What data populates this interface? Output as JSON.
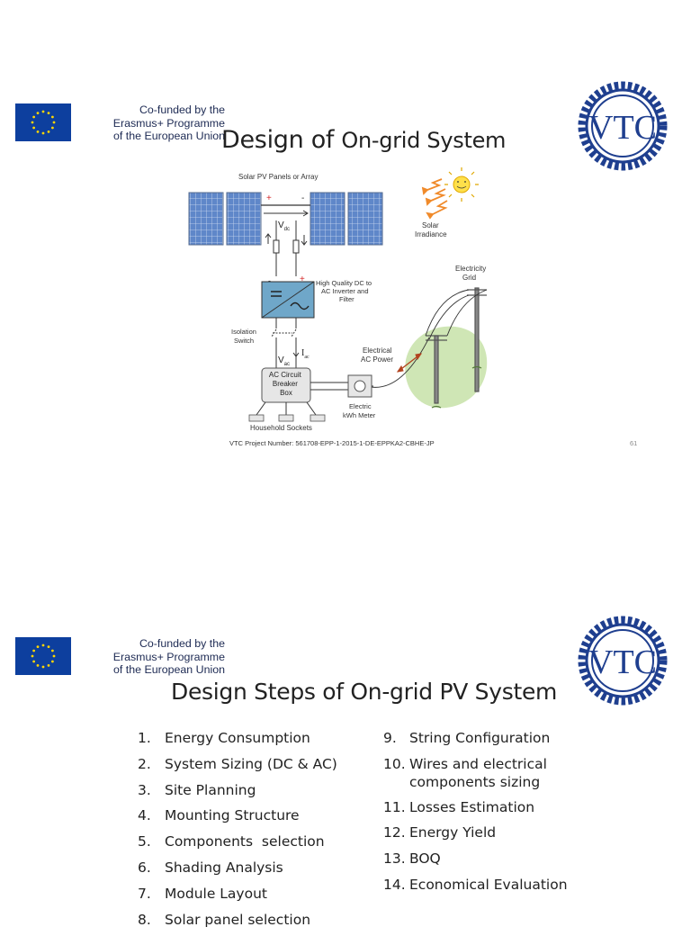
{
  "eu_logo": {
    "lines": [
      "Co-funded by the",
      "Erasmus+ Programme",
      "of the European Union"
    ]
  },
  "vtc_logo": {
    "text": "VTC"
  },
  "slide1": {
    "title_prefix": "Design of ",
    "title_rest": "On-grid System",
    "diagram": {
      "panels_label": "Solar PV Panels or Array",
      "plus": "+",
      "minus": "-",
      "vdc_main": "V",
      "vdc_sub": "dc",
      "solar_irradiance": [
        "Solar",
        "Irradiance"
      ],
      "electricity_grid": [
        "Electricity",
        "Grid"
      ],
      "inverter_label": [
        "High Quality DC to",
        "AC Inverter and",
        "Filter"
      ],
      "isolation_switch": [
        "Isolation",
        "Switch"
      ],
      "vac_main": "V",
      "vac_sub": "ac",
      "iac_main": "I",
      "iac_sub": "ac",
      "electrical_ac_power": [
        "Electrical",
        "AC Power"
      ],
      "breaker_box": [
        "AC Circuit",
        "Breaker",
        "Box"
      ],
      "kwh_meter": [
        "Electric",
        "kWh Meter"
      ],
      "household_sockets": "Household Sockets"
    },
    "footer_project": "VTC Project Number: 561708-EPP-1-2015-1-DE-EPPKA2-CBHE-JP",
    "page_number": "61"
  },
  "slide2": {
    "title": "Design Steps of On-grid PV System",
    "left_steps": [
      {
        "num": "1.",
        "text": "Energy Consumption"
      },
      {
        "num": "2.",
        "text": "System Sizing (DC & AC)"
      },
      {
        "num": "3.",
        "text": "Site Planning"
      },
      {
        "num": "4.",
        "text": "Mounting Structure"
      },
      {
        "num": "5.",
        "text": "Components  selection"
      },
      {
        "num": "6.",
        "text": "Shading Analysis"
      },
      {
        "num": "7.",
        "text": "Module Layout"
      },
      {
        "num": "8.",
        "text": "Solar panel selection"
      }
    ],
    "right_steps": [
      {
        "num": "9.",
        "text": "String Configuration"
      },
      {
        "num": "10.",
        "text": "Wires  and electrical components sizing"
      },
      {
        "num": "11.",
        "text": "Losses Estimation"
      },
      {
        "num": "12.",
        "text": "Energy Yield"
      },
      {
        "num": "13.",
        "text": "BOQ"
      },
      {
        "num": "14.",
        "text": "Economical Evaluation"
      }
    ]
  }
}
